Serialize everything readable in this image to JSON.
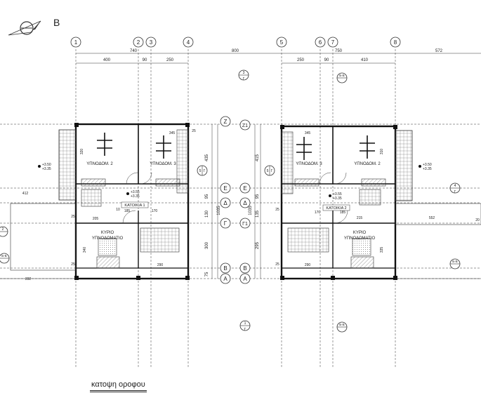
{
  "north_label": "B",
  "caption": "κατοψη οροφου",
  "grid_top": [
    "1",
    "2",
    "3",
    "4",
    "5",
    "6",
    "7",
    "8"
  ],
  "grid_rows_left": [
    "Ζ",
    "Ε",
    "Δ",
    "Γ",
    "Β",
    "Α"
  ],
  "grid_rows_right": [
    "Ζ1",
    "Ε",
    "Δ",
    "Γ1",
    "Β",
    "Α"
  ],
  "dims_top": [
    "740",
    "400",
    "90",
    "250",
    "800",
    "250",
    "90",
    "750",
    "410",
    "572"
  ],
  "dims_vertical": [
    "435",
    "95",
    "130",
    "300",
    "75",
    "1035",
    "415",
    "95",
    "135",
    "295",
    "1035"
  ],
  "rooms_left": {
    "bed2": "ΥΠΝΟΔΟΜ. 2",
    "bed3": "ΥΠΝΟΔΟΜ. 3",
    "master_1": "ΚΥΡΙΟ",
    "master_2": "ΥΠΝΟΔΩΜΑΤΙΟ",
    "unit": "ΚΑΤΟΙΚΙΑ 1"
  },
  "rooms_right": {
    "bed3": "ΥΠΝΟΔΟΜ. 3",
    "bed2": "ΥΠΝΟΔΟΜ. 2",
    "master_1": "ΚΥΡΙΟ",
    "master_2": "ΥΠΝΟΔΩΜΑΤΙΟ",
    "unit": "ΚΑΤΟΙΚΙΑ 2"
  },
  "levels": {
    "left_balcony": [
      "+3.50",
      "+3.35"
    ],
    "left_center": [
      "+3.55",
      "+3.35"
    ],
    "right_center": [
      "+3.55",
      "+3.35"
    ],
    "right_balcony": [
      "+3.50",
      "+3.35"
    ]
  },
  "inner_dims_left": [
    "345",
    "320",
    "412",
    "205",
    "185",
    "170",
    "10",
    "340",
    "290",
    "392",
    "25",
    "25",
    "25"
  ],
  "inner_dims_right": [
    "345",
    "310",
    "215",
    "185",
    "170",
    "335",
    "290",
    "552",
    "20",
    "25",
    "25"
  ],
  "section_marks": [
    "3",
    "Г",
    "Б-Б",
    "5",
    "Г",
    "5",
    "Г",
    "4",
    "Г",
    "2",
    "Б-Б",
    "Б-Б",
    "1",
    "Г",
    "Б-Б"
  ]
}
